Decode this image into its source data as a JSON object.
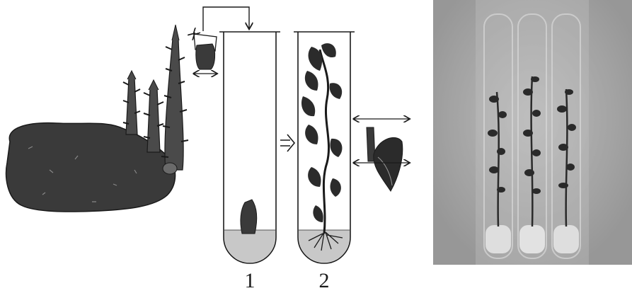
{
  "figure": {
    "tube_labels": [
      "1",
      "2"
    ],
    "illustrations": [
      "sweet-potato-tuber-with-sprouts",
      "stem-cutting",
      "test-tube-with-explant",
      "test-tube-with-rooted-plantlet",
      "single-node-cutting",
      "photo-of-plantlets-in-test-tubes"
    ],
    "colors": {
      "ink": "#1a1a1a",
      "tuber": "#3a3a3a",
      "leaf": "#2b2b2b",
      "medium": "#c8c8c8",
      "photo_background": "#a6a6a6"
    }
  }
}
